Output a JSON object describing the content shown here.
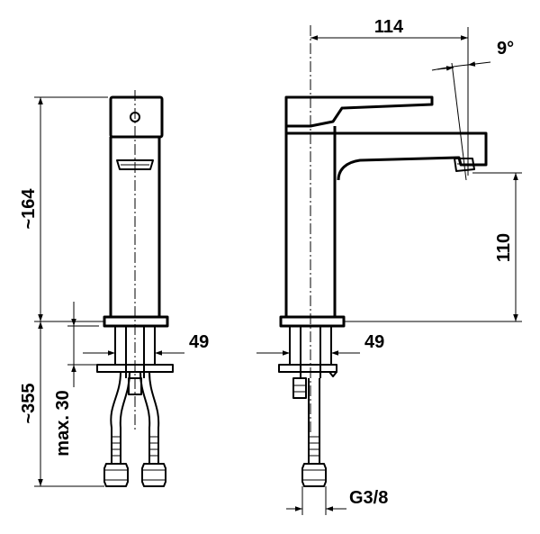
{
  "dimensions": {
    "front_height": "~164",
    "hose_length": "~355",
    "max_thickness": "max. 30",
    "front_hole": "49",
    "side_reach": "114",
    "side_angle": "9°",
    "side_spout_height": "110",
    "side_hole": "49",
    "connection_thread": "G3/8"
  }
}
